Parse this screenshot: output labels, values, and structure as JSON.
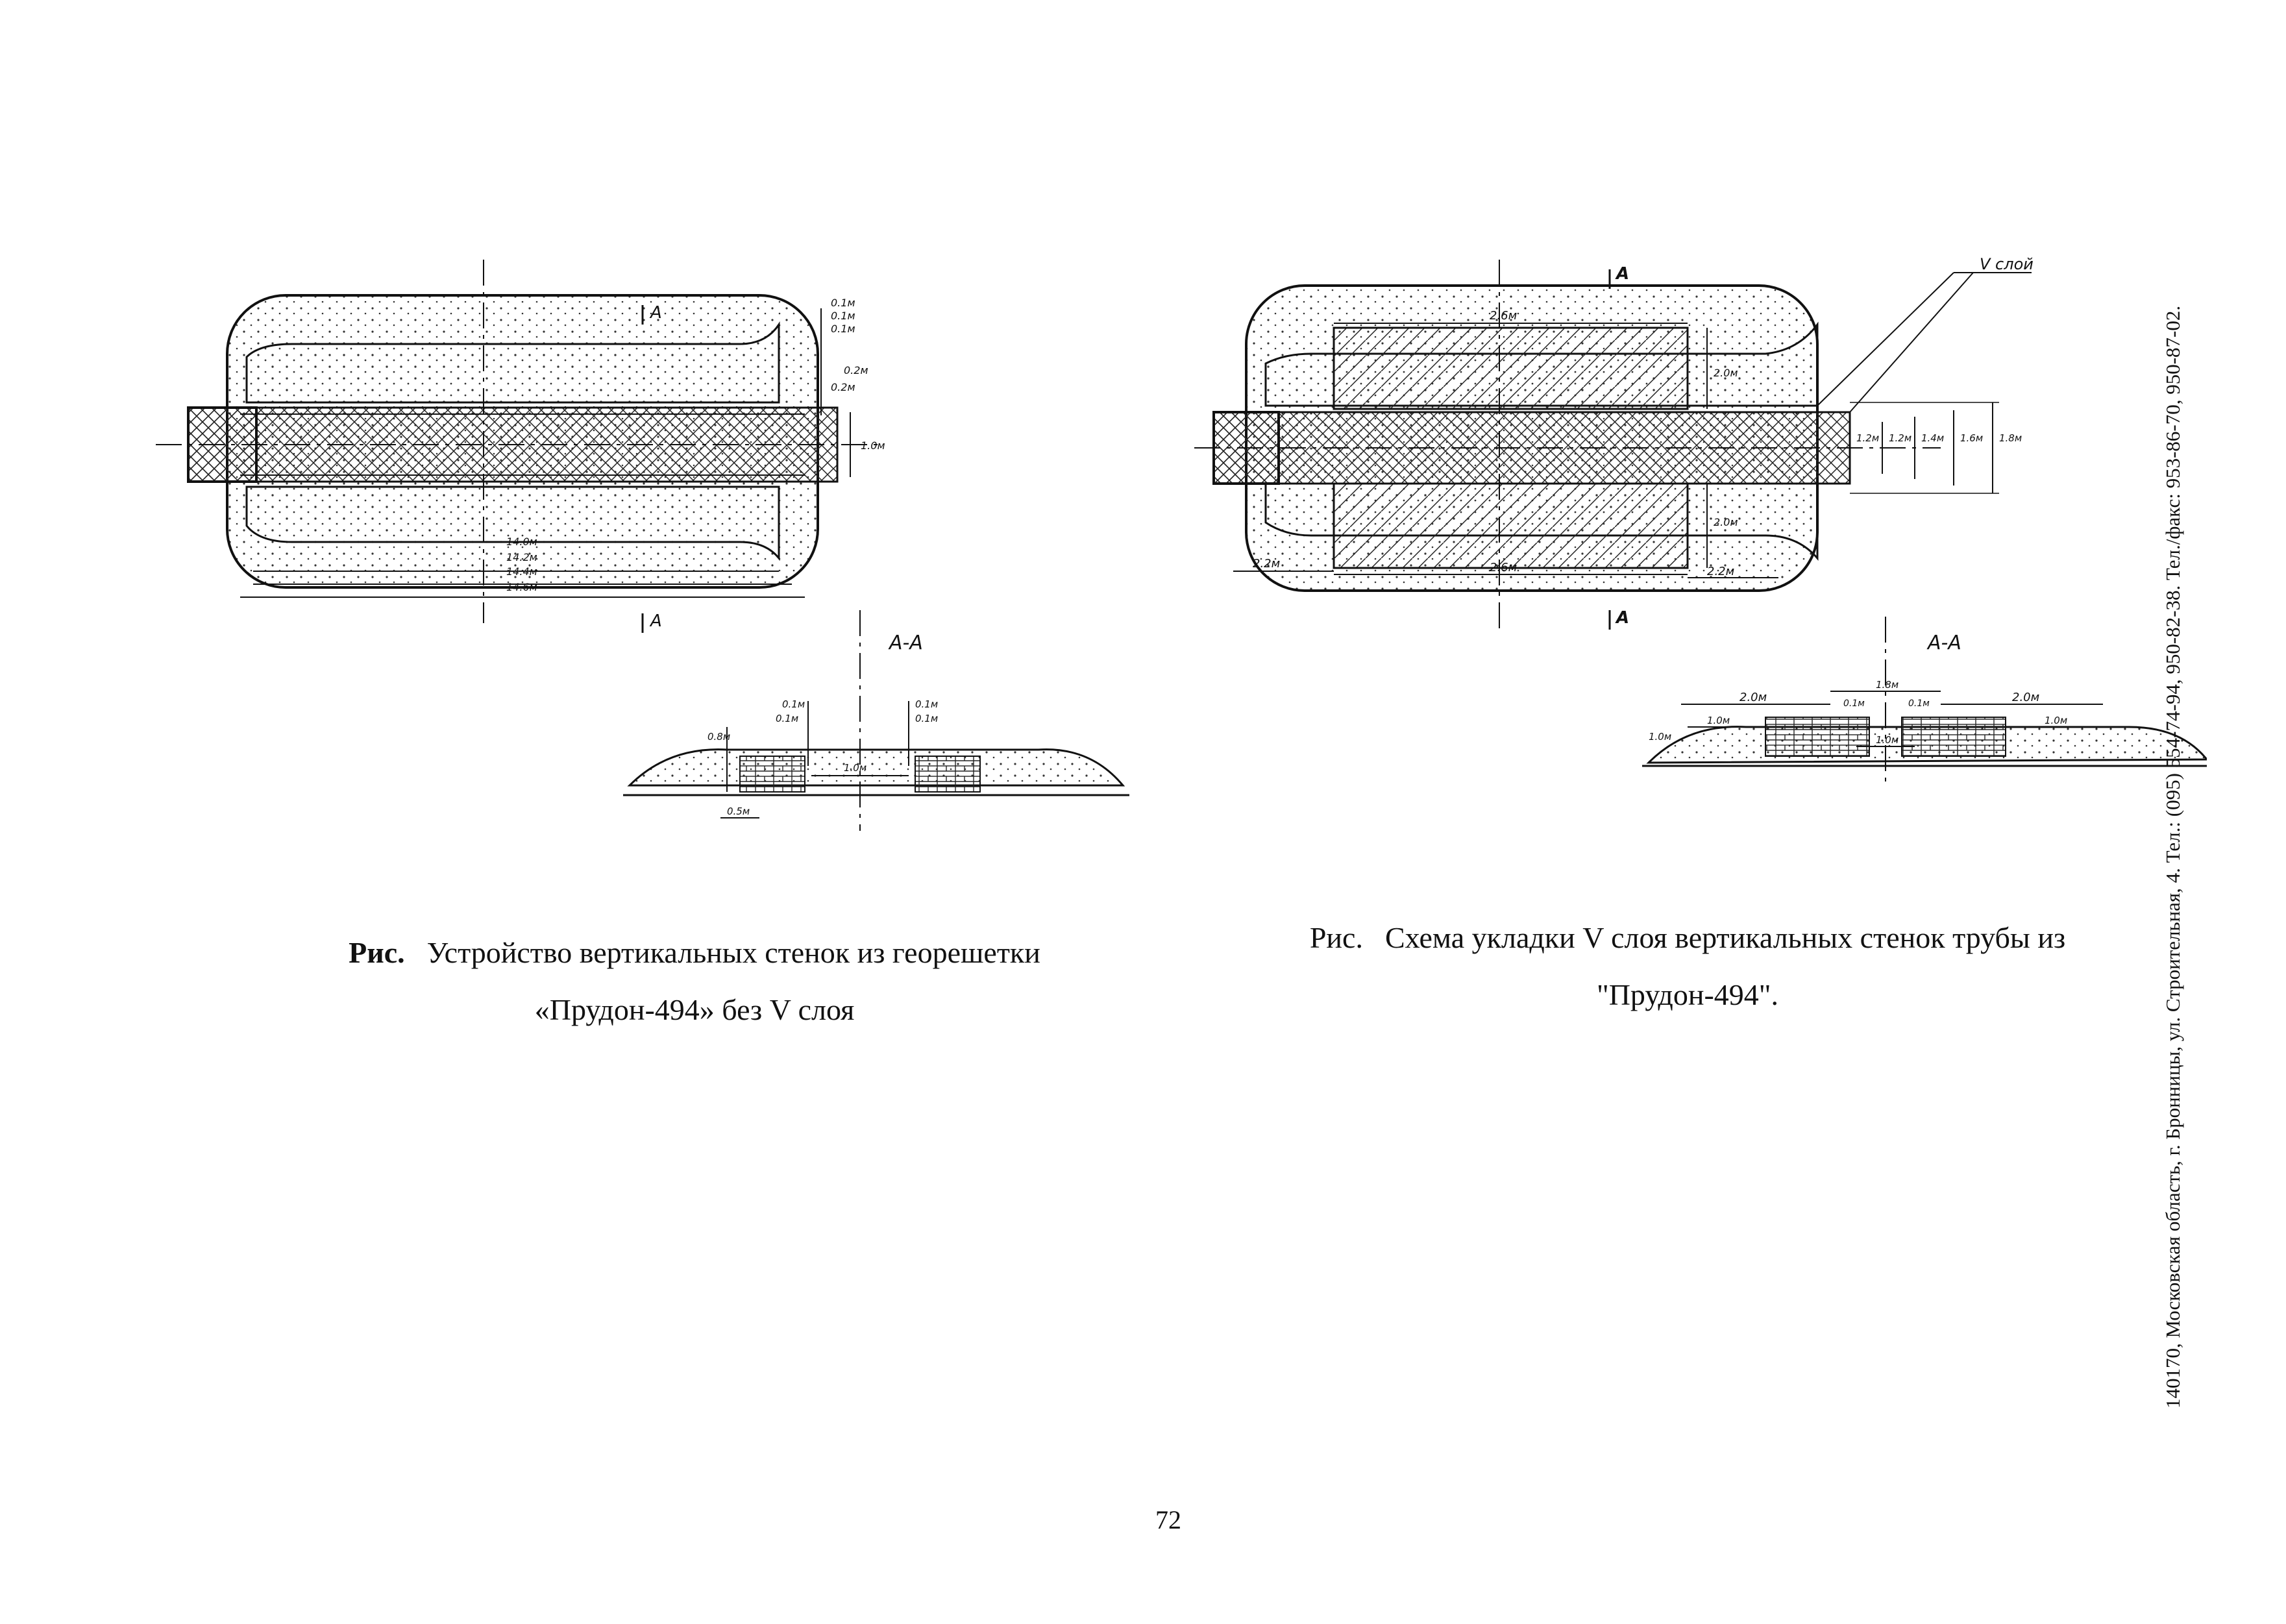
{
  "figure1": {
    "caption_prefix": "Рис.",
    "caption_line1": "Устройство вертикальных стенок из георешетки",
    "caption_line2": "«Прудон-494» без V слоя",
    "section_marker": "А",
    "section_title": "А-А",
    "plan_dimensions": [
      "0.1м",
      "0.1м",
      "0.1м",
      "0.2м",
      "0.2м",
      "1.0м",
      "14.0м",
      "14.2м",
      "14.4м",
      "14.6м"
    ],
    "section_dimensions": [
      "0.8м",
      "0.1м",
      "0.1м",
      "0.1м",
      "0.1м",
      "1.0м",
      "0.5м"
    ]
  },
  "figure2": {
    "caption_prefix": "Рис.",
    "caption_line1": "Схема укладки V слоя вертикальных стенок трубы из",
    "caption_line2": "\"Прудон-494\".",
    "layer_label": "V слой",
    "section_marker": "А",
    "section_title": "А-А",
    "plan_dimensions": [
      "2.6м",
      "2.0м",
      "1.2м",
      "1.2м",
      "1.4м",
      "1.6м",
      "1.8м",
      "2.0м",
      "2.2м",
      "2.6м",
      "2.2м"
    ],
    "section_dimensions": [
      "1.8м",
      "2.0м",
      "2.0м",
      "1.0м",
      "0.1м",
      "0.1м",
      "1.0м",
      "1.0м",
      "1.0м"
    ]
  },
  "page_number": "72",
  "side_text": "140170, Московская область, г. Бронницы, ул. Строительная, 4. Тел.: (095) 554-74-94, 950-82-38. Тел./факс: 953-86-70, 950-87-02."
}
